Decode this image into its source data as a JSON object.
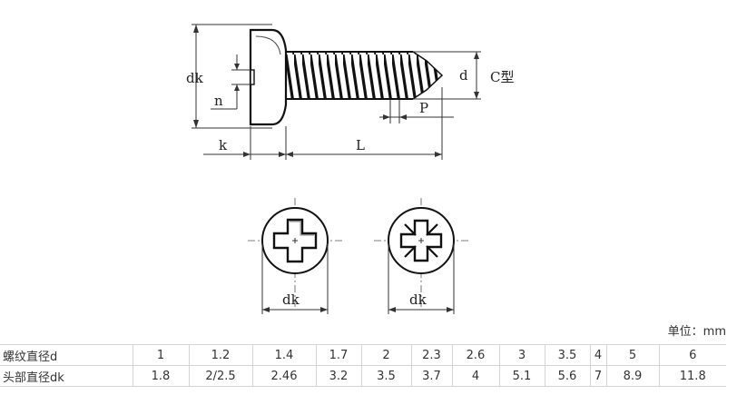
{
  "diagram": {
    "labels": {
      "dk": "dk",
      "n": "n",
      "d": "d",
      "type": "C型",
      "p": "P",
      "k": "k",
      "l": "L",
      "dk_left": "dk",
      "dk_right": "dk"
    }
  },
  "table": {
    "unit": "单位：mm",
    "rows": [
      {
        "label": "螺纹直径d",
        "values": [
          "1",
          "1.2",
          "1.4",
          "1.7",
          "2",
          "2.3",
          "2.6",
          "3",
          "3.5",
          "4",
          "5",
          "6"
        ]
      },
      {
        "label": "头部直径dk",
        "values": [
          "1.8",
          "2/2.5",
          "2.46",
          "3.2",
          "3.5",
          "3.7",
          "4",
          "5.1",
          "5.6",
          "7",
          "8.9",
          "11.8"
        ]
      }
    ]
  }
}
